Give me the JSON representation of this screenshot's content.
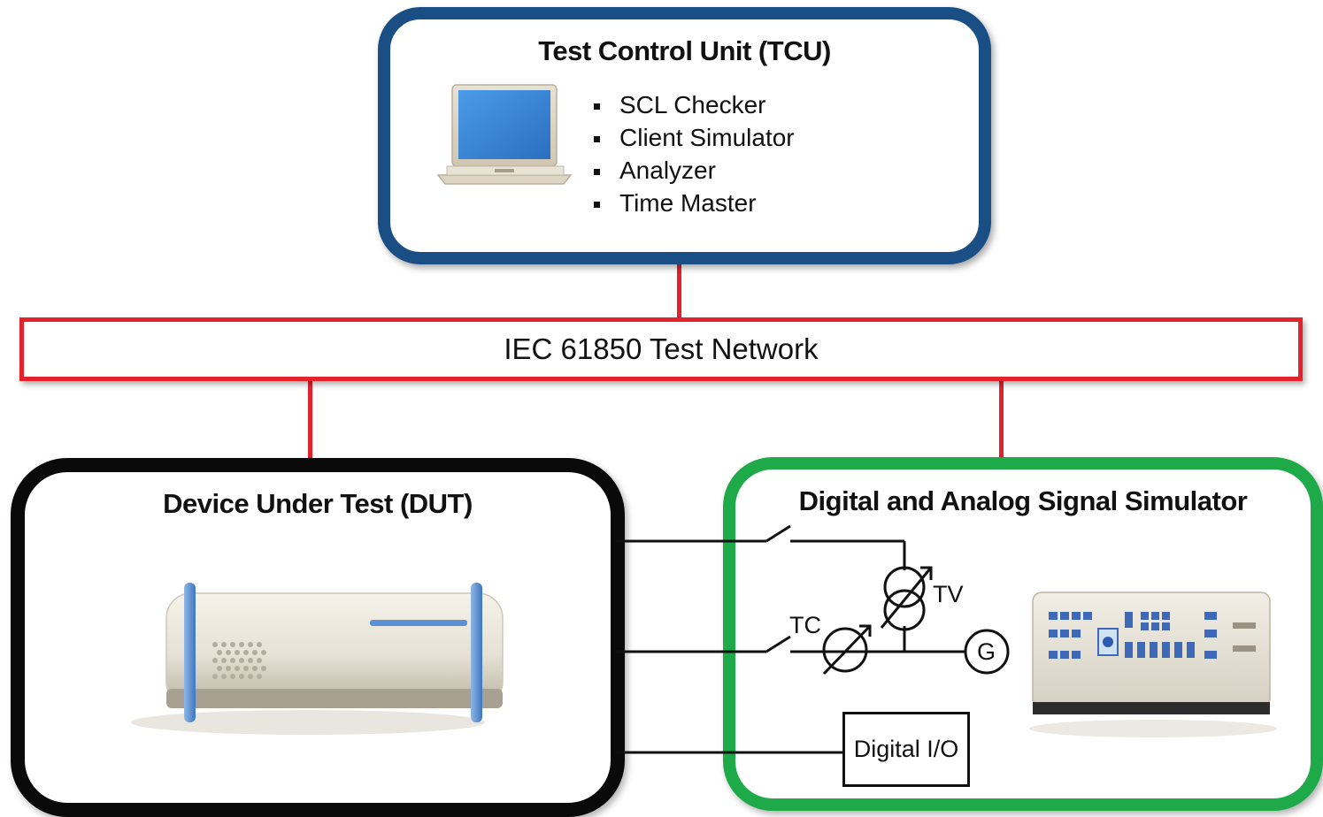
{
  "tcu": {
    "title": "Test Control Unit (TCU)",
    "items": [
      "SCL Checker",
      "Client Simulator",
      "Analyzer",
      "Time Master"
    ]
  },
  "network": {
    "label": "IEC 61850 Test Network"
  },
  "dut": {
    "title": "Device Under Test (DUT)"
  },
  "simulator": {
    "title": "Digital and Analog Signal Simulator",
    "tv_label": "TV",
    "tc_label": "TC",
    "generator_label": "G",
    "digital_io_label": "Digital I/O"
  },
  "colors": {
    "tcu_border": "#1a4f85",
    "network_border": "#e3222c",
    "dut_border": "#0a0a0a",
    "simulator_border": "#1faa49"
  }
}
